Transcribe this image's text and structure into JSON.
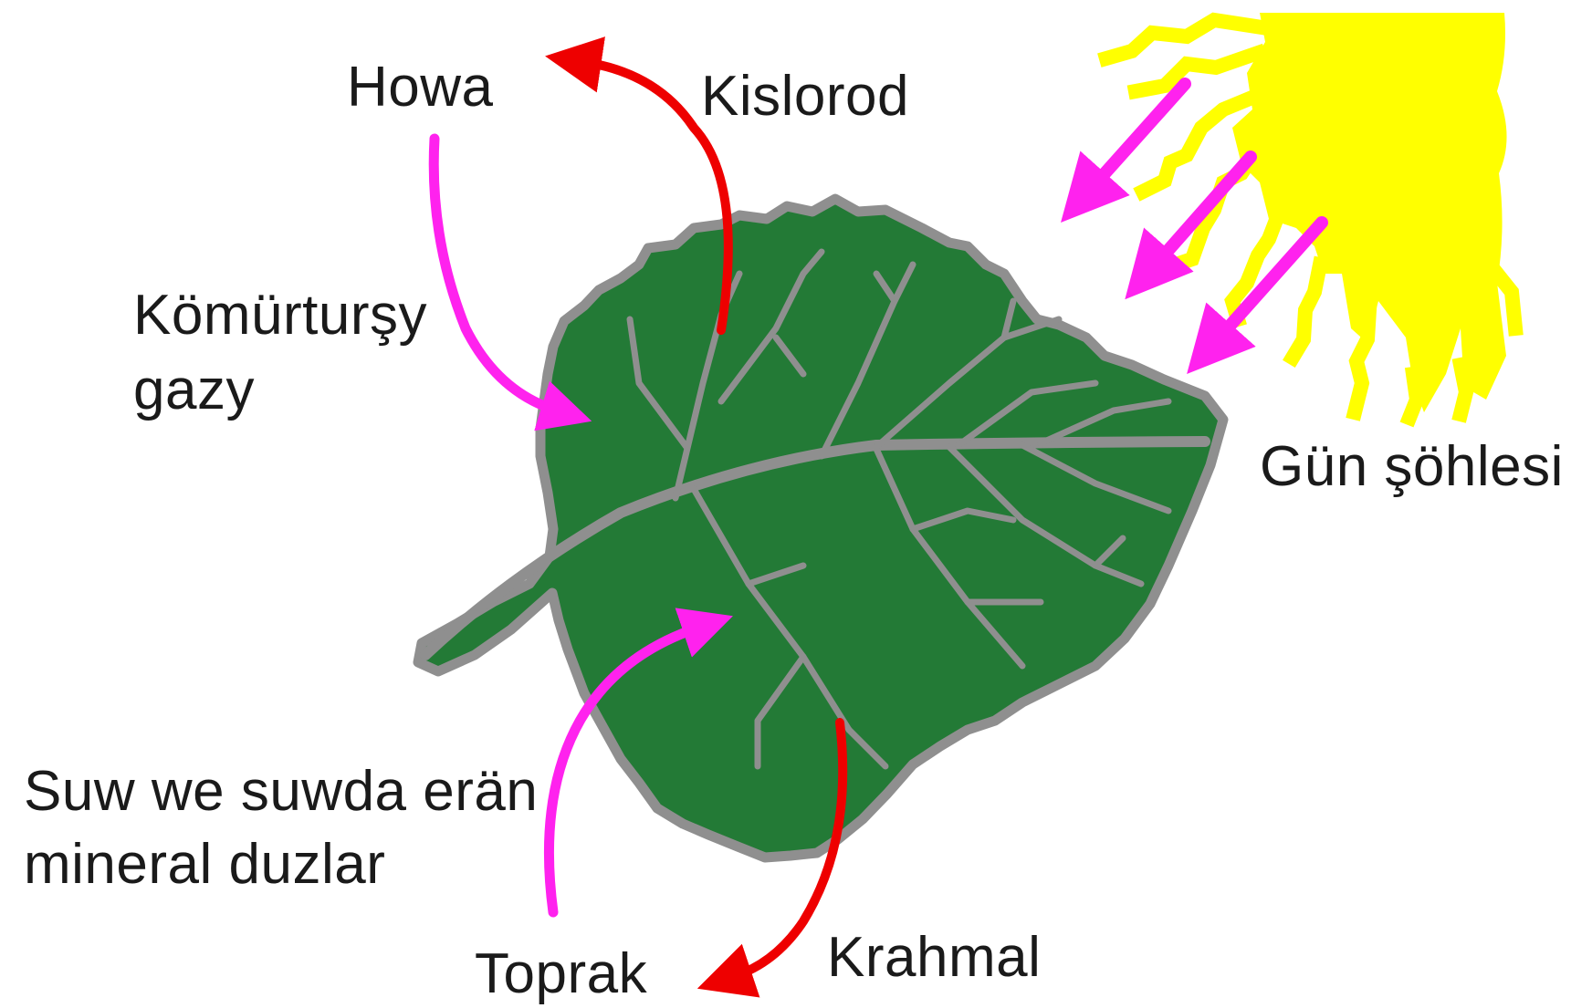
{
  "labels": {
    "air": "Howa",
    "oxygen": "Kislorod",
    "co2_line1": "Kömürturşy",
    "co2_line2": "gazy",
    "sunlight": "Gün şöhlesi",
    "water_line1": "Suw we suwda erän",
    "water_line2": "mineral duzlar",
    "soil": "Toprak",
    "starch": "Krahmal"
  },
  "colors": {
    "leaf_fill": "#237a36",
    "leaf_outline": "#8f8f8f",
    "vein": "#8f8f8f",
    "output_arrow": "#ee0000",
    "input_arrow": "#ff22ee",
    "sun": "#ffff00",
    "text": "#1a1a1a"
  },
  "arrows": [
    {
      "from": "Howa",
      "to": "leaf",
      "meaning": "Kömürturşy gazy",
      "color": "input"
    },
    {
      "from": "leaf",
      "to": "Howa",
      "meaning": "Kislorod",
      "color": "output"
    },
    {
      "from": "sun",
      "to": "leaf",
      "meaning": "Gün şöhlesi",
      "color": "input"
    },
    {
      "from": "Toprak",
      "to": "leaf",
      "meaning": "Suw we suwda erän mineral duzlar",
      "color": "input"
    },
    {
      "from": "leaf",
      "to": "Toprak",
      "meaning": "Krahmal",
      "color": "output"
    }
  ]
}
